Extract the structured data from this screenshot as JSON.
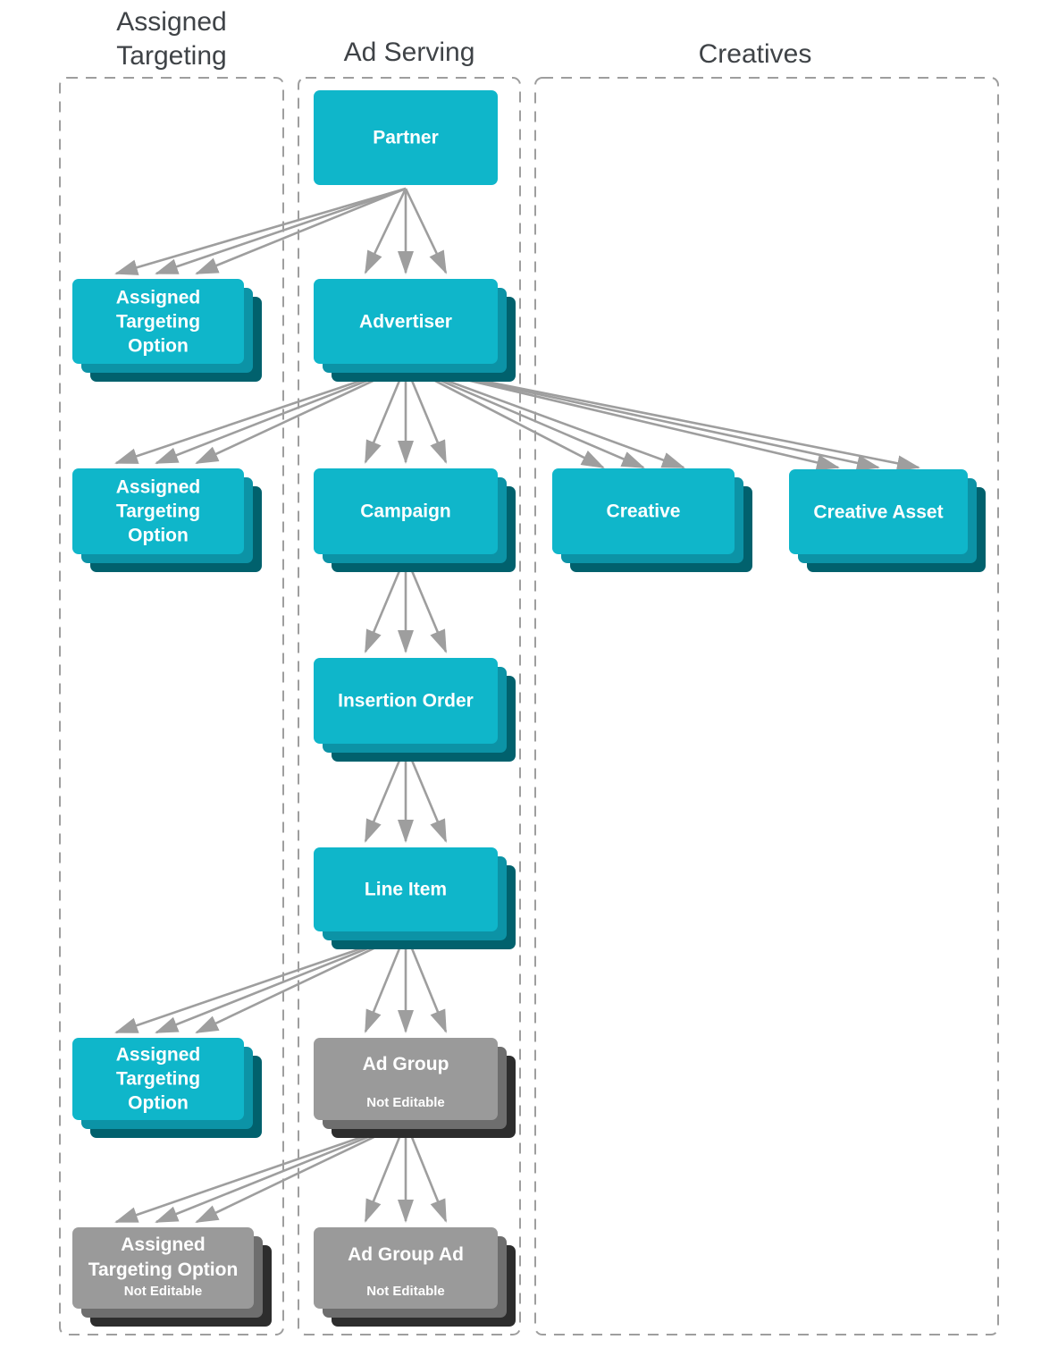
{
  "columns": {
    "assigned_targeting": {
      "title": "Assigned\nTargeting"
    },
    "ad_serving": {
      "title": "Ad Serving"
    },
    "creatives": {
      "title": "Creatives"
    }
  },
  "nodes": {
    "partner": {
      "label": "Partner"
    },
    "assigned_targeting_option_1": {
      "label": "Assigned\nTargeting\nOption"
    },
    "advertiser": {
      "label": "Advertiser"
    },
    "assigned_targeting_option_2": {
      "label": "Assigned\nTargeting\nOption"
    },
    "campaign": {
      "label": "Campaign"
    },
    "creative": {
      "label": "Creative"
    },
    "creative_asset": {
      "label": "Creative Asset"
    },
    "insertion_order": {
      "label": "Insertion Order"
    },
    "line_item": {
      "label": "Line Item"
    },
    "assigned_targeting_option_3": {
      "label": "Assigned\nTargeting\nOption"
    },
    "ad_group": {
      "label": "Ad Group",
      "sublabel": "Not Editable"
    },
    "assigned_targeting_option_4": {
      "label": "Assigned\nTargeting Option",
      "sublabel": "Not Editable"
    },
    "ad_group_ad": {
      "label": "Ad Group Ad",
      "sublabel": "Not Editable"
    }
  },
  "colors": {
    "node_editable": "#0fb6ca",
    "node_editable_mid": "#0c93a6",
    "node_editable_dark": "#01616d",
    "node_not_editable": "#9a9a9a",
    "node_not_editable_mid": "#6e6e6e",
    "node_not_editable_dark": "#2d2d2d",
    "arrow": "#9e9e9e",
    "container_border": "#9e9e9e",
    "header_text": "#3f4347",
    "node_text": "#ffffff"
  }
}
